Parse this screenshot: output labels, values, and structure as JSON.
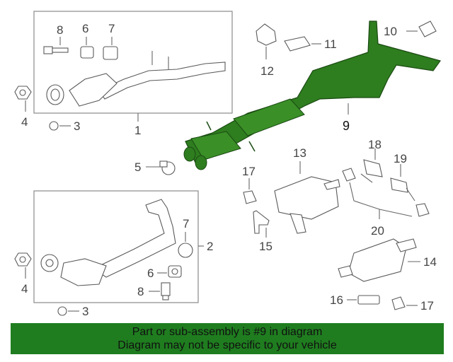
{
  "diagram": {
    "highlight_color": "#2e7d1f",
    "callouts": [
      {
        "id": "c8a",
        "text": "8"
      },
      {
        "id": "c6a",
        "text": "6"
      },
      {
        "id": "c7a",
        "text": "7"
      },
      {
        "id": "c4a",
        "text": "4"
      },
      {
        "id": "c3a",
        "text": "3"
      },
      {
        "id": "c1",
        "text": "1"
      },
      {
        "id": "c12",
        "text": "12"
      },
      {
        "id": "c11",
        "text": "11"
      },
      {
        "id": "c10",
        "text": "10"
      },
      {
        "id": "c9",
        "text": "9"
      },
      {
        "id": "c5",
        "text": "5"
      },
      {
        "id": "c13",
        "text": "13"
      },
      {
        "id": "c17a",
        "text": "17"
      },
      {
        "id": "c18",
        "text": "18"
      },
      {
        "id": "c19",
        "text": "19"
      },
      {
        "id": "c15",
        "text": "15"
      },
      {
        "id": "c20",
        "text": "20"
      },
      {
        "id": "c7b",
        "text": "7"
      },
      {
        "id": "c2",
        "text": "2"
      },
      {
        "id": "c6b",
        "text": "6"
      },
      {
        "id": "c8b",
        "text": "8"
      },
      {
        "id": "c4b",
        "text": "4"
      },
      {
        "id": "c3b",
        "text": "3"
      },
      {
        "id": "c14",
        "text": "14"
      },
      {
        "id": "c16",
        "text": "16"
      },
      {
        "id": "c17b",
        "text": "17"
      }
    ]
  },
  "banner": {
    "line1": "Part or sub-assembly is #9 in diagram",
    "line2": "Diagram may not be specific to your vehicle",
    "background": "#1f7d1f"
  }
}
